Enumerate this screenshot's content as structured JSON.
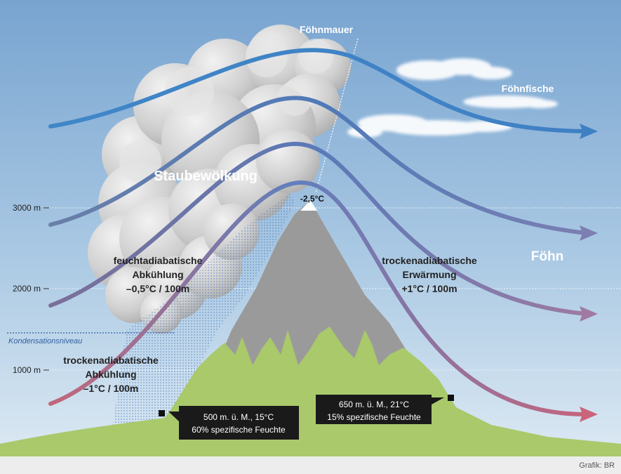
{
  "labels": {
    "foehnmauer": "Föhnmauer",
    "foehnfische": "Föhnfische",
    "staubewoelkung": "Staubewölkung",
    "foehn": "Föhn",
    "peak_temp": "-2,5°C",
    "kondensationsniveau": "Kondensationsniveau",
    "credit": "Grafik: BR"
  },
  "altitudes": [
    "3000 m",
    "2000 m",
    "1000 m"
  ],
  "processes": {
    "feucht": [
      "feuchtadiabatische",
      "Abkühlung",
      "–0,5°C / 100m"
    ],
    "trocken_warm": [
      "trockenadiabatische",
      "Erwärmung",
      "+1°C / 100m"
    ],
    "trocken_kalt": [
      "trockenadiabatische",
      "Abkühlung",
      "–1°C / 100m"
    ]
  },
  "stations": {
    "luv": [
      "500 m. ü. M., 15°C",
      "60% spezifische Feuchte"
    ],
    "lee": [
      "650 m. ü. M., 21°C",
      "15% spezifische Feuchte"
    ]
  },
  "colors": {
    "sky_top": "#7fa9d3",
    "sky_bottom": "#d9e8f3",
    "mountain_rock": "#9b9b9b",
    "grass": "#a8c86a",
    "arrow_cold": "#3f7fc0",
    "arrow_warm": "#c9647a",
    "condensation": "#2f5fa0"
  }
}
